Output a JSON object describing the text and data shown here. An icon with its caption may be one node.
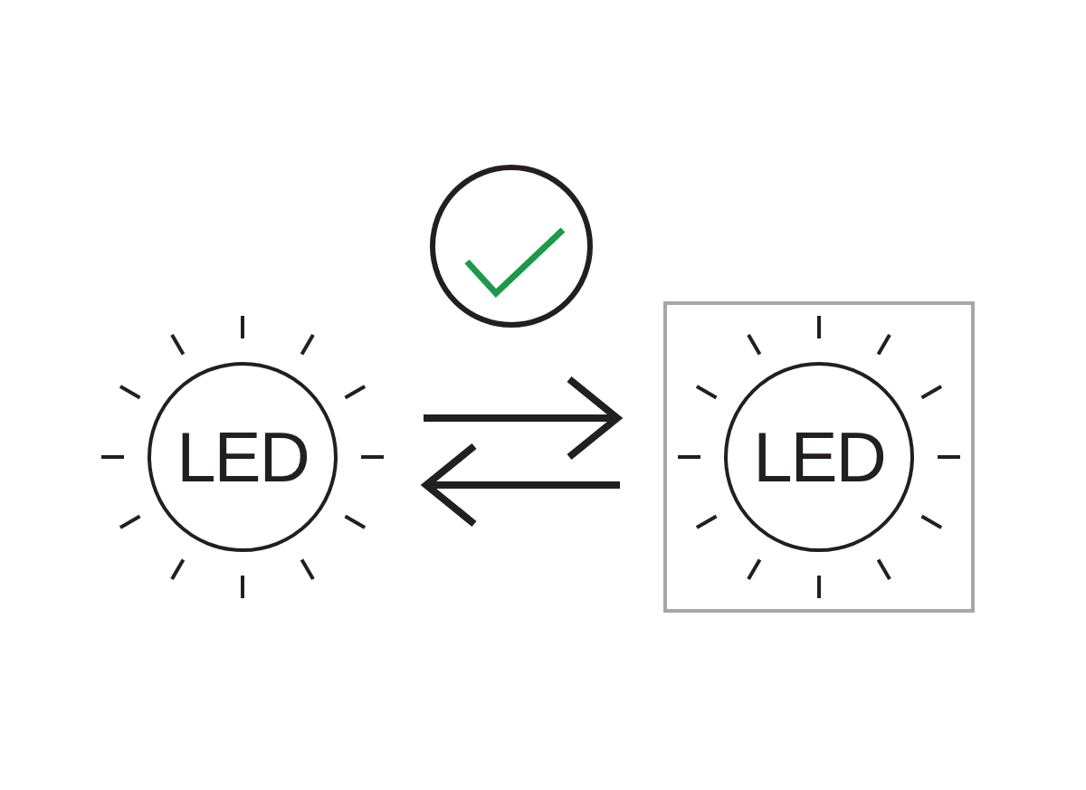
{
  "diagram": {
    "nodes": [
      {
        "text": [
          "LED"
        ]
      },
      {
        "text": [],
        "shape": "box"
      },
      {
        "text": [
          "LED"
        ],
        "in": 1
      }
    ],
    "edges": [
      {
        "from": 0,
        "to": 1,
        "arrow": "to"
      },
      {
        "from": 1,
        "to": 0,
        "arrow": "to"
      }
    ]
  }
}
